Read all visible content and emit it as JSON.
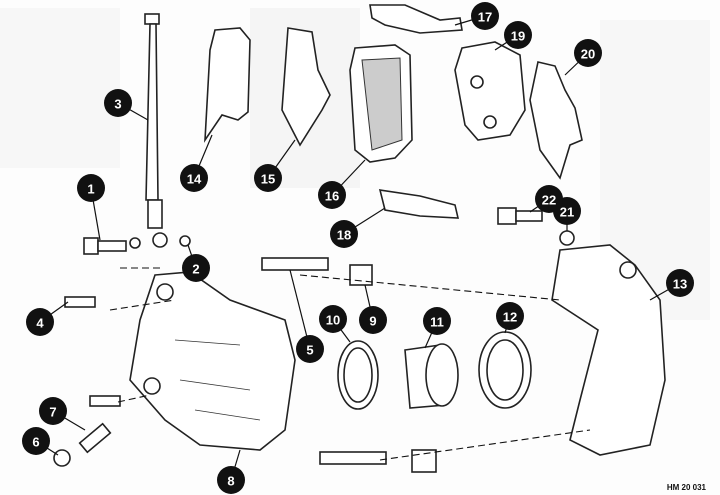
{
  "figure": {
    "reference_code": "HM 20 031",
    "callouts": [
      "1",
      "2",
      "3",
      "4",
      "5",
      "6",
      "7",
      "8",
      "9",
      "10",
      "11",
      "12",
      "13",
      "14",
      "15",
      "16",
      "17",
      "18",
      "19",
      "20",
      "21",
      "22"
    ]
  },
  "colors": {
    "ink": "#111111",
    "paper": "#fdfdfd"
  }
}
